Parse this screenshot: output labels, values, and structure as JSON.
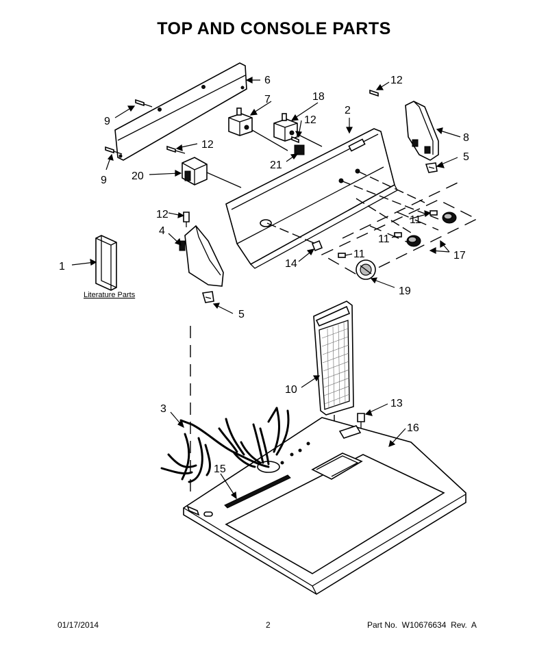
{
  "title": "TOP AND CONSOLE PARTS",
  "literature_label": "Literature Parts",
  "callouts": [
    {
      "id": "c1",
      "label": "1"
    },
    {
      "id": "c2",
      "label": "2"
    },
    {
      "id": "c3",
      "label": "3"
    },
    {
      "id": "c4",
      "label": "4"
    },
    {
      "id": "c5a",
      "label": "5"
    },
    {
      "id": "c5b",
      "label": "5"
    },
    {
      "id": "c6",
      "label": "6"
    },
    {
      "id": "c7",
      "label": "7"
    },
    {
      "id": "c8",
      "label": "8"
    },
    {
      "id": "c9a",
      "label": "9"
    },
    {
      "id": "c9b",
      "label": "9"
    },
    {
      "id": "c10",
      "label": "10"
    },
    {
      "id": "c11a",
      "label": "11"
    },
    {
      "id": "c11b",
      "label": "11"
    },
    {
      "id": "c11c",
      "label": "11"
    },
    {
      "id": "c12a",
      "label": "12"
    },
    {
      "id": "c12b",
      "label": "12"
    },
    {
      "id": "c12c",
      "label": "12"
    },
    {
      "id": "c12d",
      "label": "12"
    },
    {
      "id": "c13",
      "label": "13"
    },
    {
      "id": "c14",
      "label": "14"
    },
    {
      "id": "c15",
      "label": "15"
    },
    {
      "id": "c16",
      "label": "16"
    },
    {
      "id": "c17",
      "label": "17"
    },
    {
      "id": "c18",
      "label": "18"
    },
    {
      "id": "c19",
      "label": "19"
    },
    {
      "id": "c20",
      "label": "20"
    },
    {
      "id": "c21",
      "label": "21"
    }
  ],
  "footer": {
    "date": "01/17/2014",
    "page": "2",
    "part_number": "Part No.  W10676634  Rev.  A"
  }
}
